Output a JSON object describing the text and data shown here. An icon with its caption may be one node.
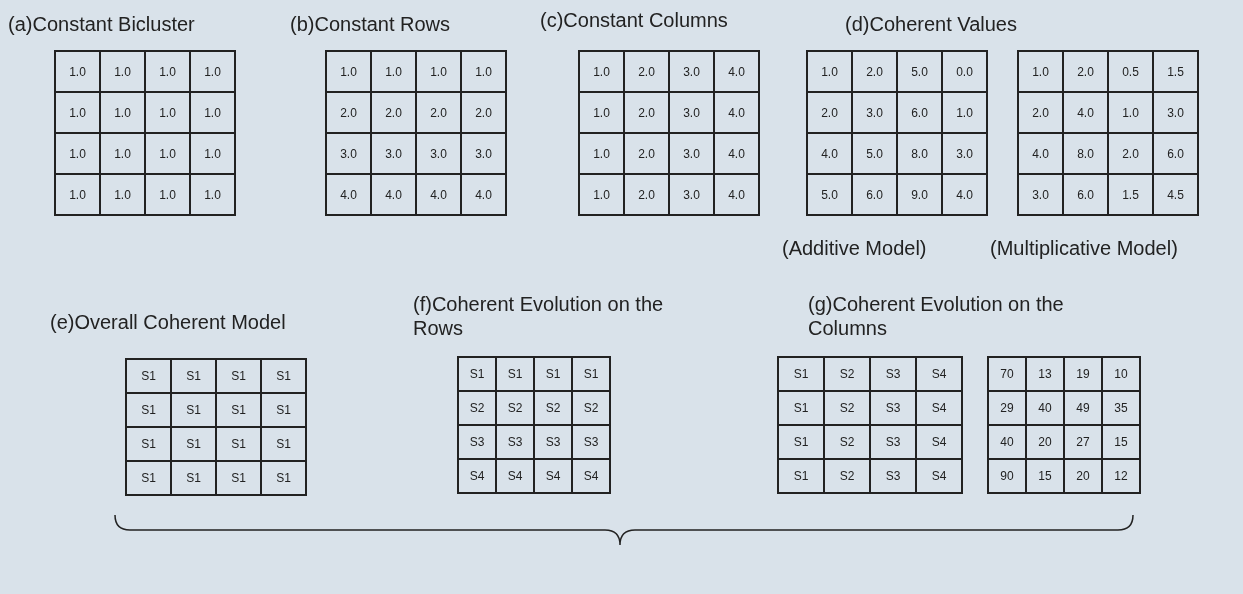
{
  "diagram": {
    "labels": [
      "(a)Constant Bicluster",
      "1.0",
      "1.0",
      "1.0",
      "1.0",
      "1.0",
      "1.0",
      "1.0",
      "1.0",
      "1.0",
      "1.0",
      "1.0",
      "1.0",
      "1.0",
      "1.0",
      "1.0",
      "1.0",
      "(b)Constant Rows",
      "1.0",
      "1.0",
      "1.0",
      "1.0",
      "2.0",
      "2.0",
      "2.0",
      "2.0",
      "3.0",
      "3.0",
      "3.0",
      "3.0",
      "4.0",
      "4.0",
      "4.0",
      "4.0",
      "(c)Constant Columns",
      "1.0",
      "2.0",
      "3.0",
      "4.0",
      "1.0",
      "2.0",
      "3.0",
      "4.0",
      "1.0",
      "2.0",
      "3.0",
      "4.0",
      "1.0",
      "2.0",
      "3.0",
      "4.0",
      "(d)Coherent Values",
      "1.0",
      "2.0",
      "5.0",
      "0.0",
      "2.0",
      "3.0",
      "6.0",
      "1.0",
      "4.0",
      "5.0",
      "8.0",
      "3.0",
      "5.0",
      "6.0",
      "9.0",
      "4.0",
      "1.0",
      "2.0",
      "0.5",
      "1.5",
      "2.0",
      "4.0",
      "1.0",
      "3.0",
      "4.0",
      "8.0",
      "2.0",
      "6.0",
      "3.0",
      "6.0",
      "1.5",
      "4.5",
      "(Additive Model)",
      "(Multiplicative Model)",
      "(e)Overall Coherent Model",
      "S1",
      "S1",
      "S1",
      "S1",
      "S1",
      "S1",
      "S1",
      "S1",
      "S1",
      "S1",
      "S1",
      "S1",
      "S1",
      "S1",
      "S1",
      "S1",
      "(f)Coherent Evolution on the Rows",
      "S1",
      "S1",
      "S1",
      "S1",
      "S2",
      "S2",
      "S2",
      "S2",
      "S3",
      "S3",
      "S3",
      "S3",
      "S4",
      "S4",
      "S4",
      "S4",
      "(g)Coherent Evolution on the Columns",
      "S1",
      "S2",
      "S3",
      "S4",
      "S1",
      "S2",
      "S3",
      "S4",
      "S1",
      "S2",
      "S3",
      "S4",
      "S1",
      "S2",
      "S3",
      "S4",
      "70",
      "13",
      "19",
      "10",
      "29",
      "40",
      "49",
      "35",
      "40",
      "20",
      "27",
      "15",
      "90",
      "15",
      "20",
      "12"
    ]
  }
}
